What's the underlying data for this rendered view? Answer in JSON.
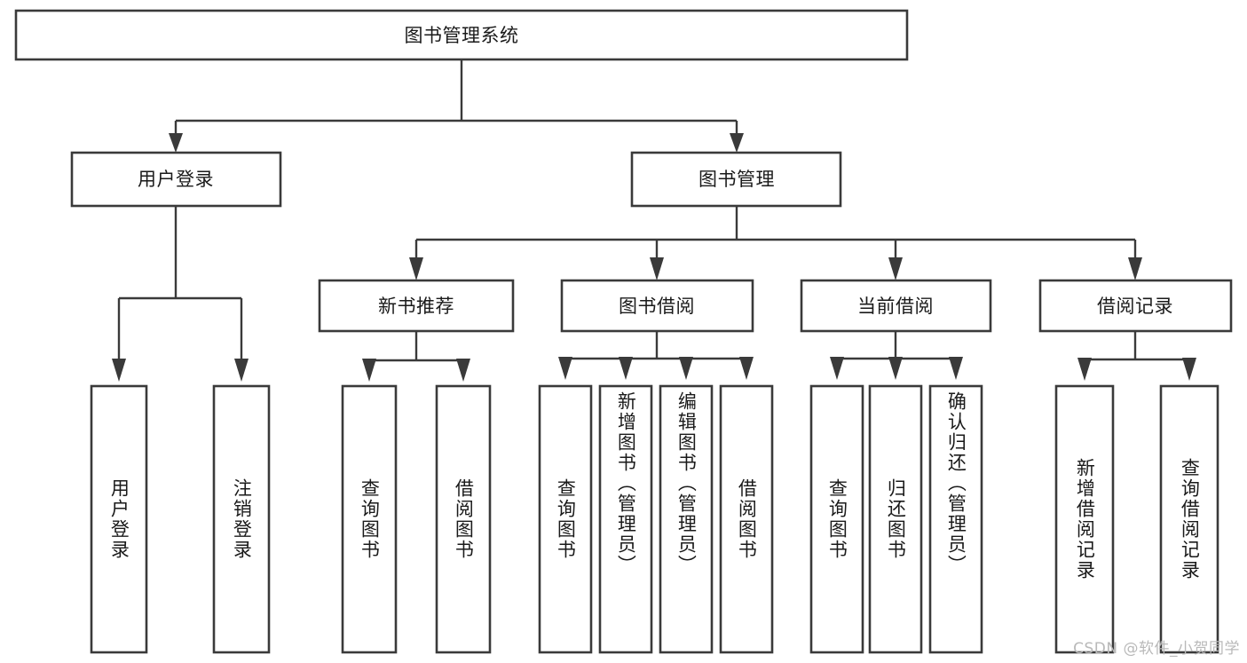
{
  "diagram": {
    "type": "tree",
    "title": "图书管理系统",
    "watermark": "CSDN @软件_小贺同学",
    "colors": {
      "stroke": "#3a3a3a",
      "fill": "#ffffff",
      "text": "#1a1a1a",
      "watermark": "#b9b9b9",
      "background": "#ffffff"
    },
    "levels": {
      "root": "图书管理系统",
      "level2": [
        "用户登录",
        "图书管理"
      ],
      "level3": [
        "新书推荐",
        "图书借阅",
        "当前借阅",
        "借阅记录"
      ]
    },
    "nodes": {
      "root": {
        "label": "图书管理系统",
        "orientation": "horizontal"
      },
      "user_login": {
        "label": "用户登录",
        "orientation": "horizontal"
      },
      "book_mgmt": {
        "label": "图书管理",
        "orientation": "horizontal"
      },
      "new_book_rec": {
        "label": "新书推荐",
        "orientation": "horizontal"
      },
      "book_borrow": {
        "label": "图书借阅",
        "orientation": "horizontal"
      },
      "current_borrow": {
        "label": "当前借阅",
        "orientation": "horizontal"
      },
      "borrow_record": {
        "label": "借阅记录",
        "orientation": "horizontal"
      },
      "leaf_user_login": {
        "label": "用户登录",
        "orientation": "vertical"
      },
      "leaf_logout": {
        "label": "注销登录",
        "orientation": "vertical"
      },
      "leaf_query_book_1": {
        "label": "查询图书",
        "orientation": "vertical"
      },
      "leaf_borrow_book_1": {
        "label": "借阅图书",
        "orientation": "vertical"
      },
      "leaf_query_book_2": {
        "label": "查询图书",
        "orientation": "vertical"
      },
      "leaf_add_book": {
        "label": "新增图书（管理员）",
        "orientation": "vertical"
      },
      "leaf_edit_book": {
        "label": "编辑图书（管理员）",
        "orientation": "vertical"
      },
      "leaf_borrow_book_2": {
        "label": "借阅图书",
        "orientation": "vertical"
      },
      "leaf_query_book_3": {
        "label": "查询图书",
        "orientation": "vertical"
      },
      "leaf_return_book": {
        "label": "归还图书",
        "orientation": "vertical"
      },
      "leaf_confirm_return": {
        "label": "确认归还（管理员）",
        "orientation": "vertical"
      },
      "leaf_add_record": {
        "label": "新增借阅记录",
        "orientation": "vertical"
      },
      "leaf_query_record": {
        "label": "查询借阅记录",
        "orientation": "vertical"
      }
    },
    "edges": [
      {
        "from": "图书管理系统",
        "to": "用户登录"
      },
      {
        "from": "图书管理系统",
        "to": "图书管理"
      },
      {
        "from": "用户登录",
        "to": "用户登录(叶)"
      },
      {
        "from": "用户登录",
        "to": "注销登录"
      },
      {
        "from": "图书管理",
        "to": "新书推荐"
      },
      {
        "from": "图书管理",
        "to": "图书借阅"
      },
      {
        "from": "图书管理",
        "to": "当前借阅"
      },
      {
        "from": "图书管理",
        "to": "借阅记录"
      },
      {
        "from": "新书推荐",
        "to": "查询图书"
      },
      {
        "from": "新书推荐",
        "to": "借阅图书"
      },
      {
        "from": "图书借阅",
        "to": "查询图书"
      },
      {
        "from": "图书借阅",
        "to": "新增图书（管理员）"
      },
      {
        "from": "图书借阅",
        "to": "编辑图书（管理员）"
      },
      {
        "from": "图书借阅",
        "to": "借阅图书"
      },
      {
        "from": "当前借阅",
        "to": "查询图书"
      },
      {
        "from": "当前借阅",
        "to": "归还图书"
      },
      {
        "from": "当前借阅",
        "to": "确认归还（管理员）"
      },
      {
        "from": "借阅记录",
        "to": "新增借阅记录"
      },
      {
        "from": "借阅记录",
        "to": "查询借阅记录"
      }
    ]
  }
}
